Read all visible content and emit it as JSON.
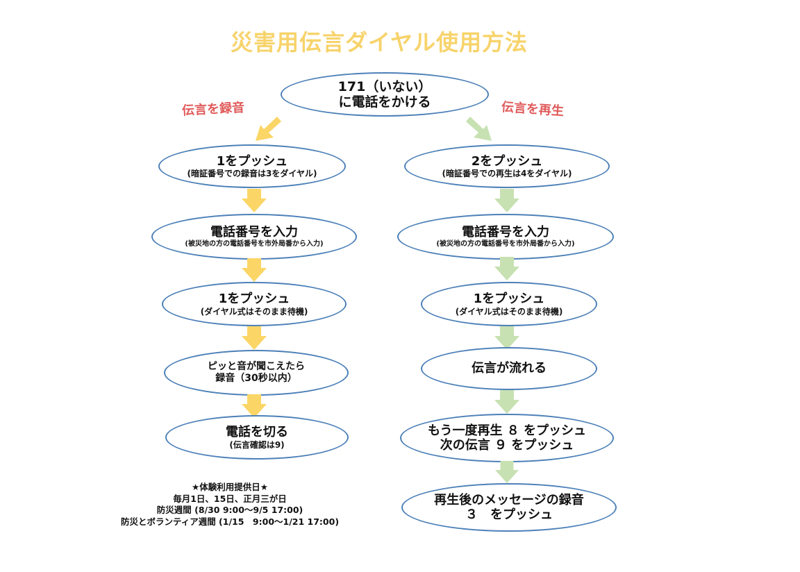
{
  "title": "災害用伝言ダイヤル使用方法",
  "top_node": {
    "line1": "171（いない）",
    "line2": "に電話をかける"
  },
  "left_label": "伝言を録音",
  "right_label": "伝言を再生",
  "colors": {
    "title": "#f7d36b",
    "label": "#e05a5a",
    "ellipse_border": "#4c80b8",
    "arrow_left": "#fbd667",
    "arrow_right": "#c7e1b2"
  },
  "record_steps": [
    {
      "line1": "1をプッシュ",
      "line2": "(暗証番号での録音は3をダイヤル)"
    },
    {
      "line1": "電話番号を入力",
      "line2": "(被災地の方の電話番号を市外局番から入力)"
    },
    {
      "line1": "1をプッシュ",
      "line2": "(ダイヤル式はそのまま待機)"
    },
    {
      "line1": "ピッと音が聞こえたら",
      "line2": "録音（30秒以内）"
    },
    {
      "line1": "電話を切る",
      "line2": "(伝言確認は9)"
    }
  ],
  "play_steps": [
    {
      "line1": "2をプッシュ",
      "line2": "(暗証番号での再生は4をダイヤル)"
    },
    {
      "line1": "電話番号を入力",
      "line2": "(被災地の方の電話番号を市外局番から入力)"
    },
    {
      "line1": "1をプッシュ",
      "line2": "(ダイヤル式はそのまま待機)"
    },
    {
      "line1": "伝言が流れる"
    },
    {
      "line1": "もう一度再生 ８ をプッシュ",
      "line2": "次の伝言 ９ をプッシュ"
    },
    {
      "line1": "再生後のメッセージの録音",
      "line2": "３　をプッシュ"
    }
  ],
  "info": {
    "heading": "★体験利用提供日★",
    "line1": "毎月1日、15日、正月三が日",
    "line2": "防災週間 (8/30 9:00～9/5 17:00)",
    "line3": "防災とボランティア週間 (1/15　9:00～1/21 17:00)"
  }
}
